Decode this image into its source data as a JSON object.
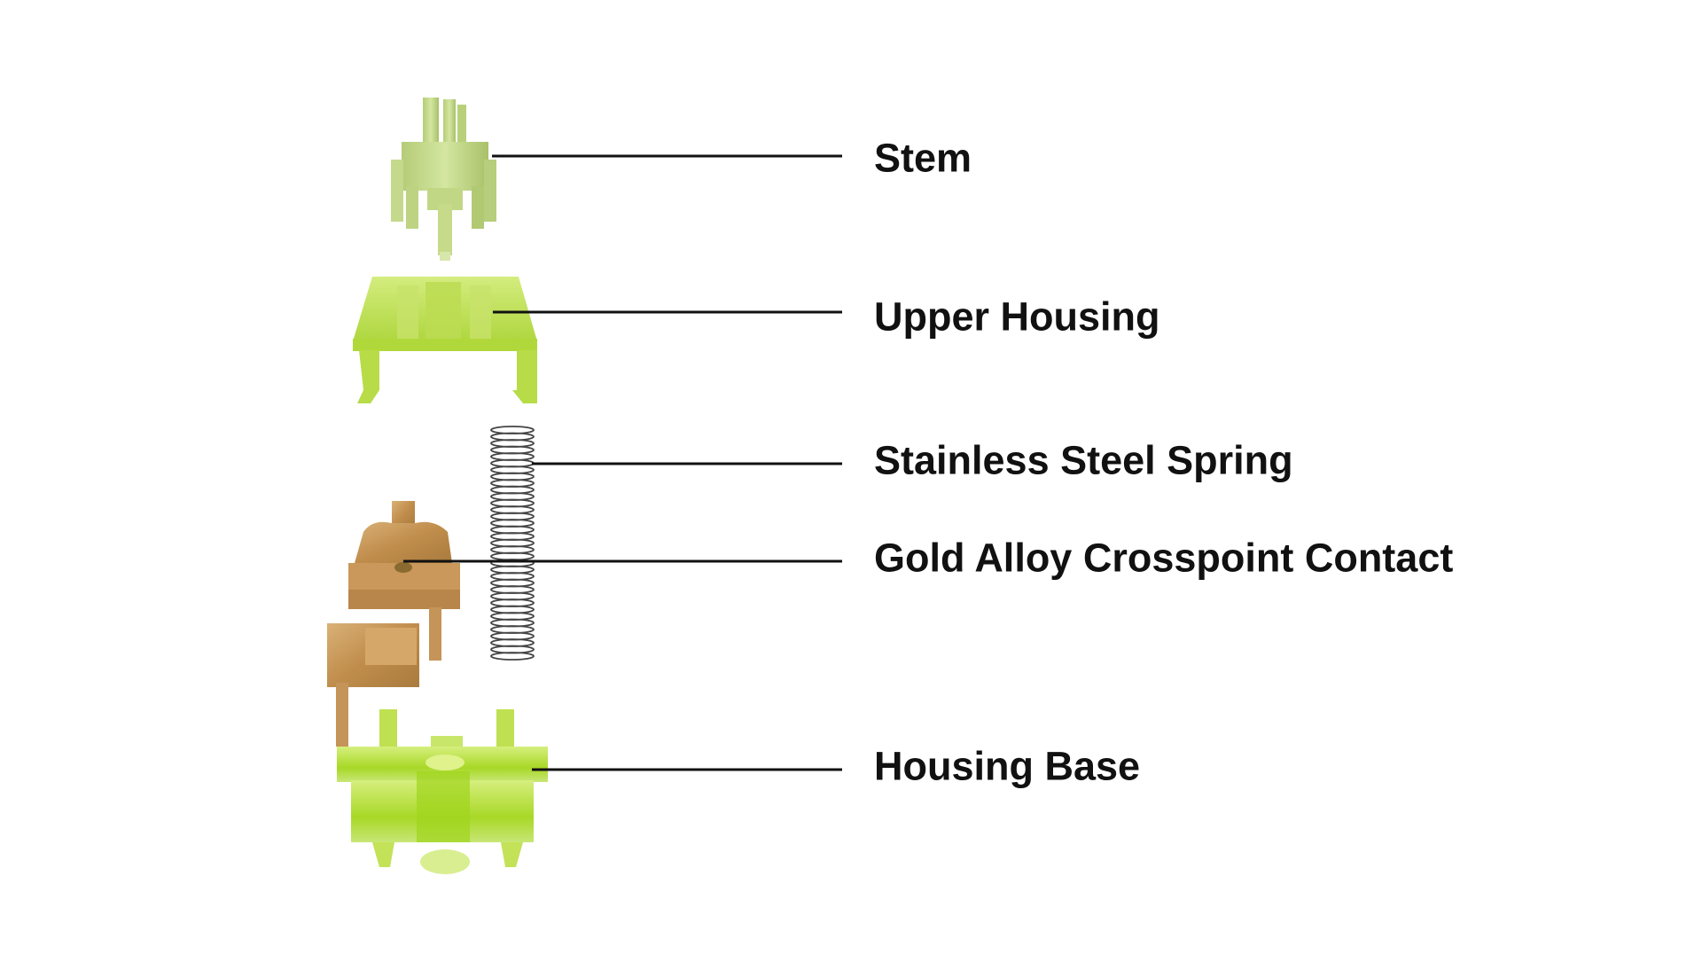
{
  "labels": {
    "stem": "Stem",
    "upper_housing": "Upper Housing",
    "spring": "Stainless Steel Spring",
    "contact": "Gold Alloy Crosspoint Contact",
    "housing_base": "Housing Base"
  },
  "colors": {
    "stem_green": "#c6dc8a",
    "housing_green": "#b8e04a",
    "contact_gold": "#c49a5c",
    "spring_steel": "#444444",
    "leader_line": "#111111",
    "label_text": "#111111"
  }
}
